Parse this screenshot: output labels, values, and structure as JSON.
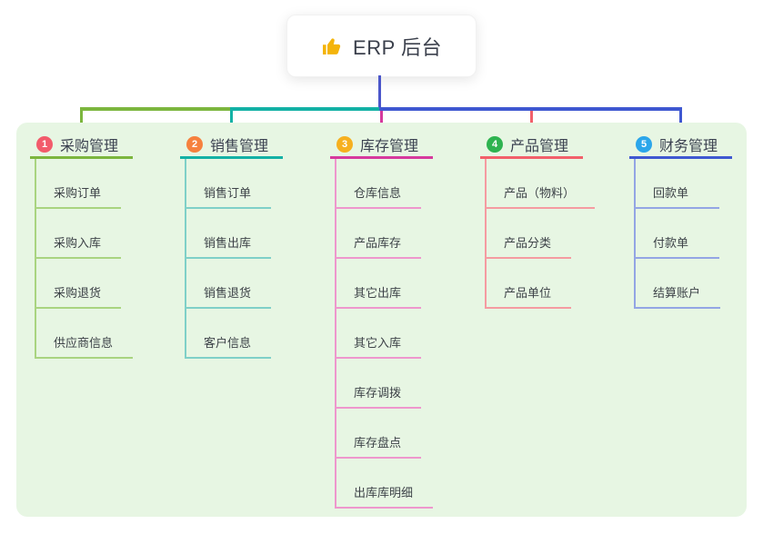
{
  "root": {
    "label": "ERP 后台",
    "icon": "thumbs-up-icon"
  },
  "colors": {
    "page_bg": "#ffffff",
    "canvas_bg": "#e7f6e3",
    "root_stem": "#4b56ca",
    "root_text": "#3b404c",
    "thumb_icon": "#f4b40b"
  },
  "branches": [
    {
      "index": "1",
      "label": "采购管理",
      "badge_color": "#f25b6b",
      "line_color": "#7cb63e",
      "child_line_color": "#a9d480",
      "children": [
        "采购订单",
        "采购入库",
        "采购退货",
        "供应商信息"
      ]
    },
    {
      "index": "2",
      "label": "销售管理",
      "badge_color": "#f6813e",
      "line_color": "#13b1a5",
      "child_line_color": "#7fd0c8",
      "children": [
        "销售订单",
        "销售出库",
        "销售退货",
        "客户信息"
      ]
    },
    {
      "index": "3",
      "label": "库存管理",
      "badge_color": "#f6b01f",
      "line_color": "#d6399d",
      "child_line_color": "#ee97cd",
      "children": [
        "仓库信息",
        "产品库存",
        "其它出库",
        "其它入库",
        "库存调拨",
        "库存盘点",
        "出库库明细"
      ]
    },
    {
      "index": "4",
      "label": "产品管理",
      "badge_color": "#2eb350",
      "line_color": "#f2606b",
      "child_line_color": "#f59ba1",
      "children": [
        "产品（物料）",
        "产品分类",
        "产品单位"
      ]
    },
    {
      "index": "5",
      "label": "财务管理",
      "badge_color": "#2ba6ea",
      "line_color": "#3f58d1",
      "child_line_color": "#93a5e4",
      "children": [
        "回款单",
        "付款单",
        "结算账户"
      ]
    }
  ]
}
